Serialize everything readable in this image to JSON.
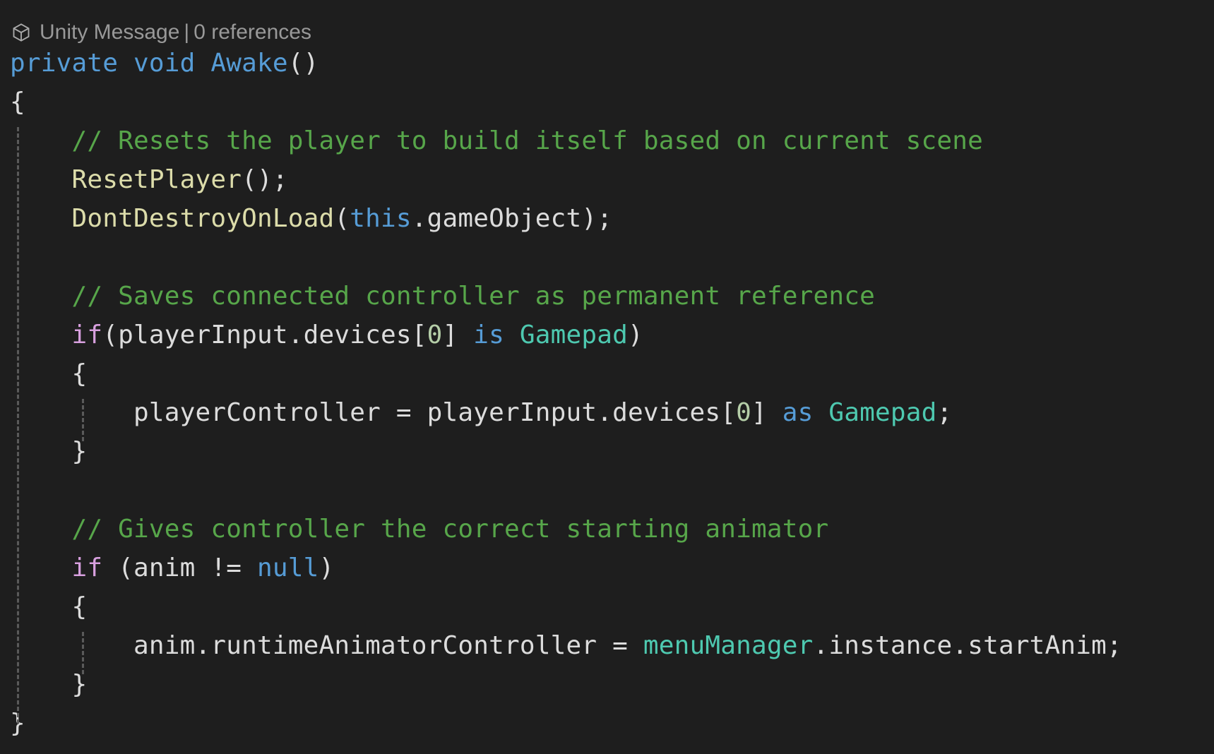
{
  "codelens": {
    "icon": "cube-icon",
    "label": "Unity Message",
    "separator": "|",
    "references": "0 references"
  },
  "lines": [
    {
      "tokens": [
        {
          "t": "private",
          "c": "kw"
        },
        {
          "t": " "
        },
        {
          "t": "void",
          "c": "kw"
        },
        {
          "t": " "
        },
        {
          "t": "Awake",
          "c": "kw"
        },
        {
          "t": "()"
        }
      ]
    },
    {
      "tokens": [
        {
          "t": "{"
        }
      ]
    },
    {
      "tokens": [
        {
          "t": "    "
        },
        {
          "t": "// Resets the player to build itself based on current scene",
          "c": "cm"
        }
      ]
    },
    {
      "tokens": [
        {
          "t": "    "
        },
        {
          "t": "ResetPlayer",
          "c": "fn"
        },
        {
          "t": "();"
        }
      ]
    },
    {
      "tokens": [
        {
          "t": "    "
        },
        {
          "t": "DontDestroyOnLoad",
          "c": "fn"
        },
        {
          "t": "("
        },
        {
          "t": "this",
          "c": "kw"
        },
        {
          "t": ".gameObject);"
        }
      ]
    },
    {
      "tokens": [
        {
          "t": ""
        }
      ]
    },
    {
      "tokens": [
        {
          "t": "    "
        },
        {
          "t": "// Saves connected controller as permanent reference",
          "c": "cm"
        }
      ]
    },
    {
      "tokens": [
        {
          "t": "    "
        },
        {
          "t": "if",
          "c": "ctl"
        },
        {
          "t": "(playerInput.devices["
        },
        {
          "t": "0",
          "c": "num"
        },
        {
          "t": "] "
        },
        {
          "t": "is",
          "c": "kw"
        },
        {
          "t": " "
        },
        {
          "t": "Gamepad",
          "c": "ty"
        },
        {
          "t": ")"
        }
      ]
    },
    {
      "tokens": [
        {
          "t": "    {"
        }
      ]
    },
    {
      "tokens": [
        {
          "t": "        playerController = playerInput.devices["
        },
        {
          "t": "0",
          "c": "num"
        },
        {
          "t": "] "
        },
        {
          "t": "as",
          "c": "kw"
        },
        {
          "t": " "
        },
        {
          "t": "Gamepad",
          "c": "ty"
        },
        {
          "t": ";"
        }
      ]
    },
    {
      "tokens": [
        {
          "t": "    }"
        }
      ]
    },
    {
      "tokens": [
        {
          "t": ""
        }
      ]
    },
    {
      "tokens": [
        {
          "t": "    "
        },
        {
          "t": "// Gives controller the correct starting animator",
          "c": "cm"
        }
      ]
    },
    {
      "tokens": [
        {
          "t": "    "
        },
        {
          "t": "if",
          "c": "ctl"
        },
        {
          "t": " (anim != "
        },
        {
          "t": "null",
          "c": "kw"
        },
        {
          "t": ")"
        }
      ]
    },
    {
      "tokens": [
        {
          "t": "    {"
        }
      ]
    },
    {
      "tokens": [
        {
          "t": "        anim.runtimeAnimatorController = "
        },
        {
          "t": "menuManager",
          "c": "ty"
        },
        {
          "t": ".instance.startAnim;"
        }
      ]
    },
    {
      "tokens": [
        {
          "t": "    }"
        }
      ]
    },
    {
      "tokens": [
        {
          "t": "}"
        }
      ]
    }
  ]
}
